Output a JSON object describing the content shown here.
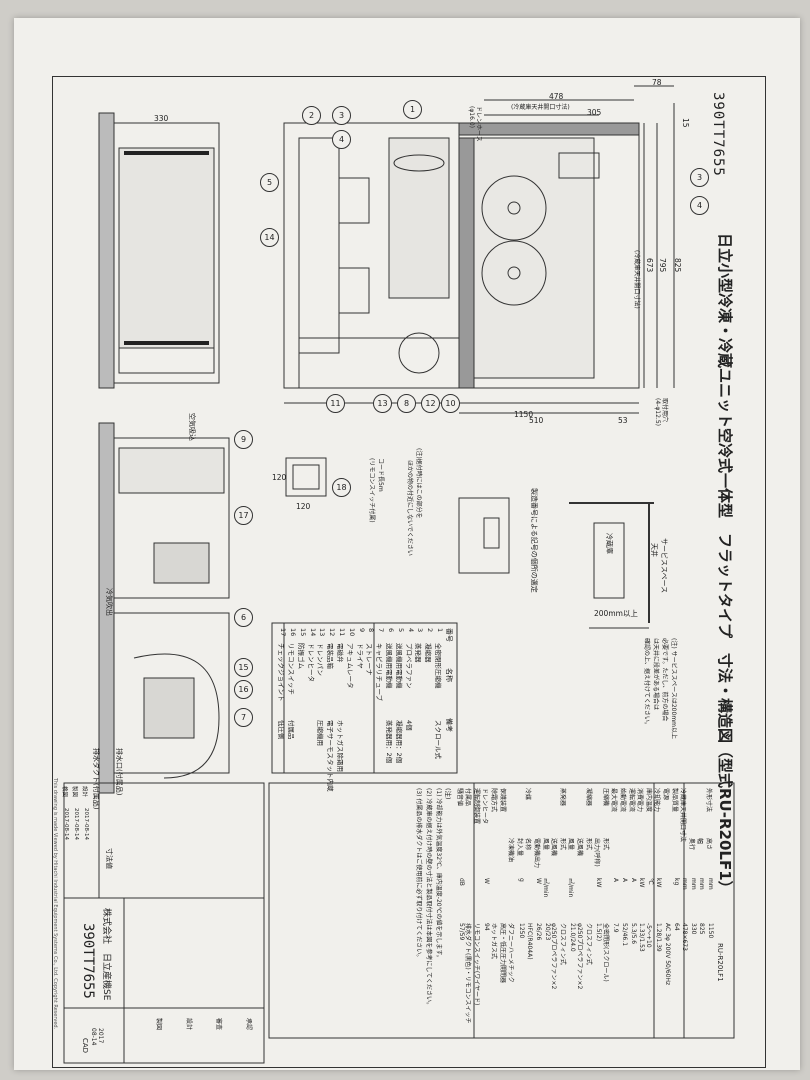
{
  "drawing_number": "390TT7655",
  "title": "日立小型冷凍・冷蔵ユニット空冷式一体型　フラットタイプ　寸法・構造図（型式RU-R20LF1）",
  "dimensions": {
    "top_width": "330",
    "width_478": "478",
    "width_478_note": "(冷蔵庫天井開口寸法)",
    "width_78": "78",
    "width_305": "305",
    "height_825": "825",
    "height_795": "795",
    "height_673": "673",
    "height_673_note": "(冷蔵庫天井開口寸法)",
    "height_15": "15",
    "bottom_1150": "1150",
    "bottom_510": "510",
    "bottom_53": "53",
    "box_120a": "120",
    "box_120b": "120",
    "service_200": "200mm以上",
    "drain_note": "ドレンホース\n(φ16.0)",
    "mount_note": "取付用穴\n(4-φ12.5)",
    "remote_cord": "コード長5m\n(リモコンスイッチ付属)"
  },
  "balloons": [
    "1",
    "2",
    "3",
    "4",
    "5",
    "14",
    "11",
    "13",
    "8",
    "12",
    "10",
    "9",
    "17",
    "18",
    "6",
    "15",
    "16",
    "7",
    "3",
    "4"
  ],
  "labels": {
    "air_in": "空気吸込",
    "air_out": "冷気吹出",
    "drain_outlet": "排水口(付属品)",
    "drain_pan": "排水ダクト(付属品)",
    "service_space": "サービススペース",
    "ceiling": "天井",
    "fridge_label": "冷蔵庫",
    "nameplate_note": "製造番号による記号の個所の選定",
    "warning_note": "(注)据付時にはこの部分を\n　　ほかの物の付近にしないでください",
    "service_note": "(注) サービススペースは200mm以上\n必要です。ただし、前方の場合\nは天井に段差がある場合は\n確認の上、据え付けてください。"
  },
  "parts_table": {
    "headers": [
      "番号",
      "名称",
      "備考"
    ],
    "rows": [
      [
        "1",
        "全密閉形圧縮機",
        "スクロール式"
      ],
      [
        "2",
        "凝縮器",
        ""
      ],
      [
        "3",
        "蒸発器",
        ""
      ],
      [
        "4",
        "プロペラファン",
        "4個"
      ],
      [
        "5",
        "送風機用電動機",
        "凝縮器用：2個"
      ],
      [
        "6",
        "送風機用電動機",
        "蒸発器用：2個"
      ],
      [
        "7",
        "キャピラリチューブ",
        ""
      ],
      [
        "8",
        "ストレーナ",
        ""
      ],
      [
        "9",
        "ドライヤ",
        ""
      ],
      [
        "10",
        "アキュムレータ",
        ""
      ],
      [
        "11",
        "電磁弁",
        "ホットガス除霜用"
      ],
      [
        "12",
        "電装品箱",
        "電子サーモスタット内蔵"
      ],
      [
        "13",
        "ドレンパン",
        "圧縮機用"
      ],
      [
        "14",
        "ドレンヒータ",
        ""
      ],
      [
        "15",
        "防振ゴム",
        ""
      ],
      [
        "16",
        "リモコンスイッチ",
        "付属品"
      ],
      [
        "17",
        "チェックジョイント",
        "低圧側"
      ]
    ]
  },
  "spec_table": {
    "header_model": "RU-R20LF1",
    "rows": [
      [
        "外形寸法",
        "高さ",
        "mm",
        "1150"
      ],
      [
        "",
        "幅",
        "mm",
        "825"
      ],
      [
        "",
        "奥行",
        "mm",
        "330"
      ],
      [
        "冷蔵庫天井開口寸法",
        "",
        "mm",
        "478×673"
      ],
      [
        "製品質量",
        "",
        "kg",
        "64"
      ],
      [
        "電源",
        "",
        "",
        "AC 3φ 200V 50/60Hz"
      ],
      [
        "冷却能力",
        "",
        "kW",
        "1.28/1.39"
      ],
      [
        "庫内温度",
        "",
        "℃",
        "-5～+10"
      ],
      [
        "消費電力",
        "",
        "kW",
        "1.33/1.53"
      ],
      [
        "運転電流",
        "",
        "A",
        "5.3/5.6"
      ],
      [
        "始動電流",
        "",
        "A",
        "52/46.1"
      ],
      [
        "最大電流",
        "",
        "A",
        "7.9"
      ],
      [
        "圧縮機",
        "形式",
        "",
        "全密閉形(スクロール)"
      ],
      [
        "",
        "出力(呼称)",
        "kW",
        "1.5(2)"
      ],
      [
        "凝縮器",
        "形式",
        "",
        "クロスフィン式"
      ],
      [
        "",
        "送風機",
        "",
        "φ250プロペラファン×2"
      ],
      [
        "",
        "風量",
        "㎥/min",
        "21.0/24.0"
      ],
      [
        "蒸発器",
        "形式",
        "",
        "クロスフィン式"
      ],
      [
        "",
        "送風機",
        "",
        "φ250プロペラファン×2"
      ],
      [
        "",
        "風量",
        "㎥/min",
        "20/23"
      ],
      [
        "",
        "電動機出力",
        "W",
        "26/26"
      ],
      [
        "冷媒",
        "名称",
        "",
        "HFC(R404A)"
      ],
      [
        "",
        "封入量",
        "g",
        "1250"
      ],
      [
        "",
        "冷凍機油",
        "",
        "ダフニーハーメチック"
      ],
      [
        "保護装置",
        "",
        "",
        "高圧・低圧圧力開閉器"
      ],
      [
        "除霜方式",
        "",
        "",
        "ホットガス式"
      ],
      [
        "ドレンヒータ",
        "",
        "W",
        "94"
      ],
      [
        "運転制御装置",
        "",
        "",
        "リモコンスイッチ(ワイヤード)"
      ],
      [
        "付属品",
        "",
        "",
        "排水ダクト(黒色)・リモコンスイッチ"
      ],
      [
        "騒音値",
        "",
        "dB",
        "57/59"
      ]
    ],
    "remarks_title": "(注)",
    "remarks": [
      "(1) 冷却能力は外気温度32℃、庫内温度-20℃の値を示します。",
      "(2) 冷蔵庫の据え付け時の壁の寸法と製品取付寸法は本図を参考にしてください。",
      "(3) 付属品の排水ダクトはご使用前に必ず取り付けてください。"
    ]
  },
  "title_block": {
    "company": "株式会社　日立産機SE",
    "drawing_no": "390TT7655",
    "scale_label": "寸法値",
    "cad": "CAD",
    "date": "2017\n08-14",
    "rows": [
      [
        "設計",
        "2017-08-14"
      ],
      [
        "製図",
        "2017-08-14"
      ],
      [
        "検図",
        "2017-08-14"
      ]
    ],
    "signers": [
      "承認",
      "審査",
      "設計",
      "製図"
    ]
  },
  "footer_note": "This drawing is made Viewed by Hitachi Industrial Equipment Systems Co., Ltd. Copyright Reserved."
}
